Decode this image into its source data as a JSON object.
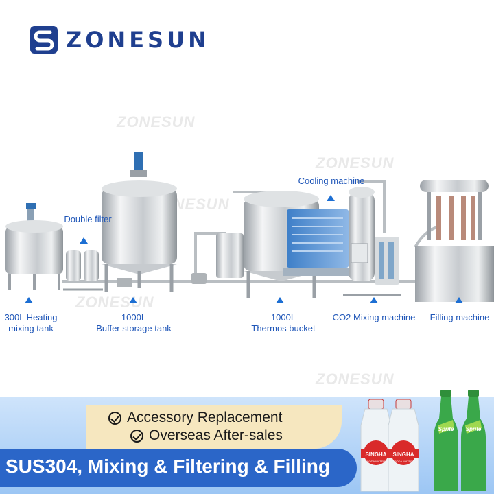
{
  "header": {
    "brand": "ZONESUN"
  },
  "watermark": "ZONESUN",
  "labels": [
    {
      "id": "heating-tank",
      "lines": [
        "300L Heating",
        "mixing tank"
      ]
    },
    {
      "id": "double-filter",
      "lines": [
        "Double filter"
      ]
    },
    {
      "id": "buffer-tank",
      "lines": [
        "1000L",
        "Buffer storage tank"
      ]
    },
    {
      "id": "thermos-bucket",
      "lines": [
        "1000L",
        "Thermos bucket"
      ]
    },
    {
      "id": "cooling-machine",
      "lines": [
        "Cooling machine"
      ]
    },
    {
      "id": "co2-mixing",
      "lines": [
        "CO2 Mixing machine"
      ]
    },
    {
      "id": "filling-machine",
      "lines": [
        "Filling machine"
      ]
    }
  ],
  "features": [
    "Accessory Replacement",
    "Overseas After-sales"
  ],
  "banner_title": "SUS304, Mixing & Filtering & Filling",
  "bottles": {
    "soda_brand": "SINGHA",
    "soda_sub": "SODA WATER",
    "green_brand": "Sprite"
  },
  "colors": {
    "brand_blue": "#1f3f8f",
    "label_blue": "#1f56b8",
    "banner_blue": "#2b66c8",
    "feature_bg": "#f6e7bf"
  }
}
